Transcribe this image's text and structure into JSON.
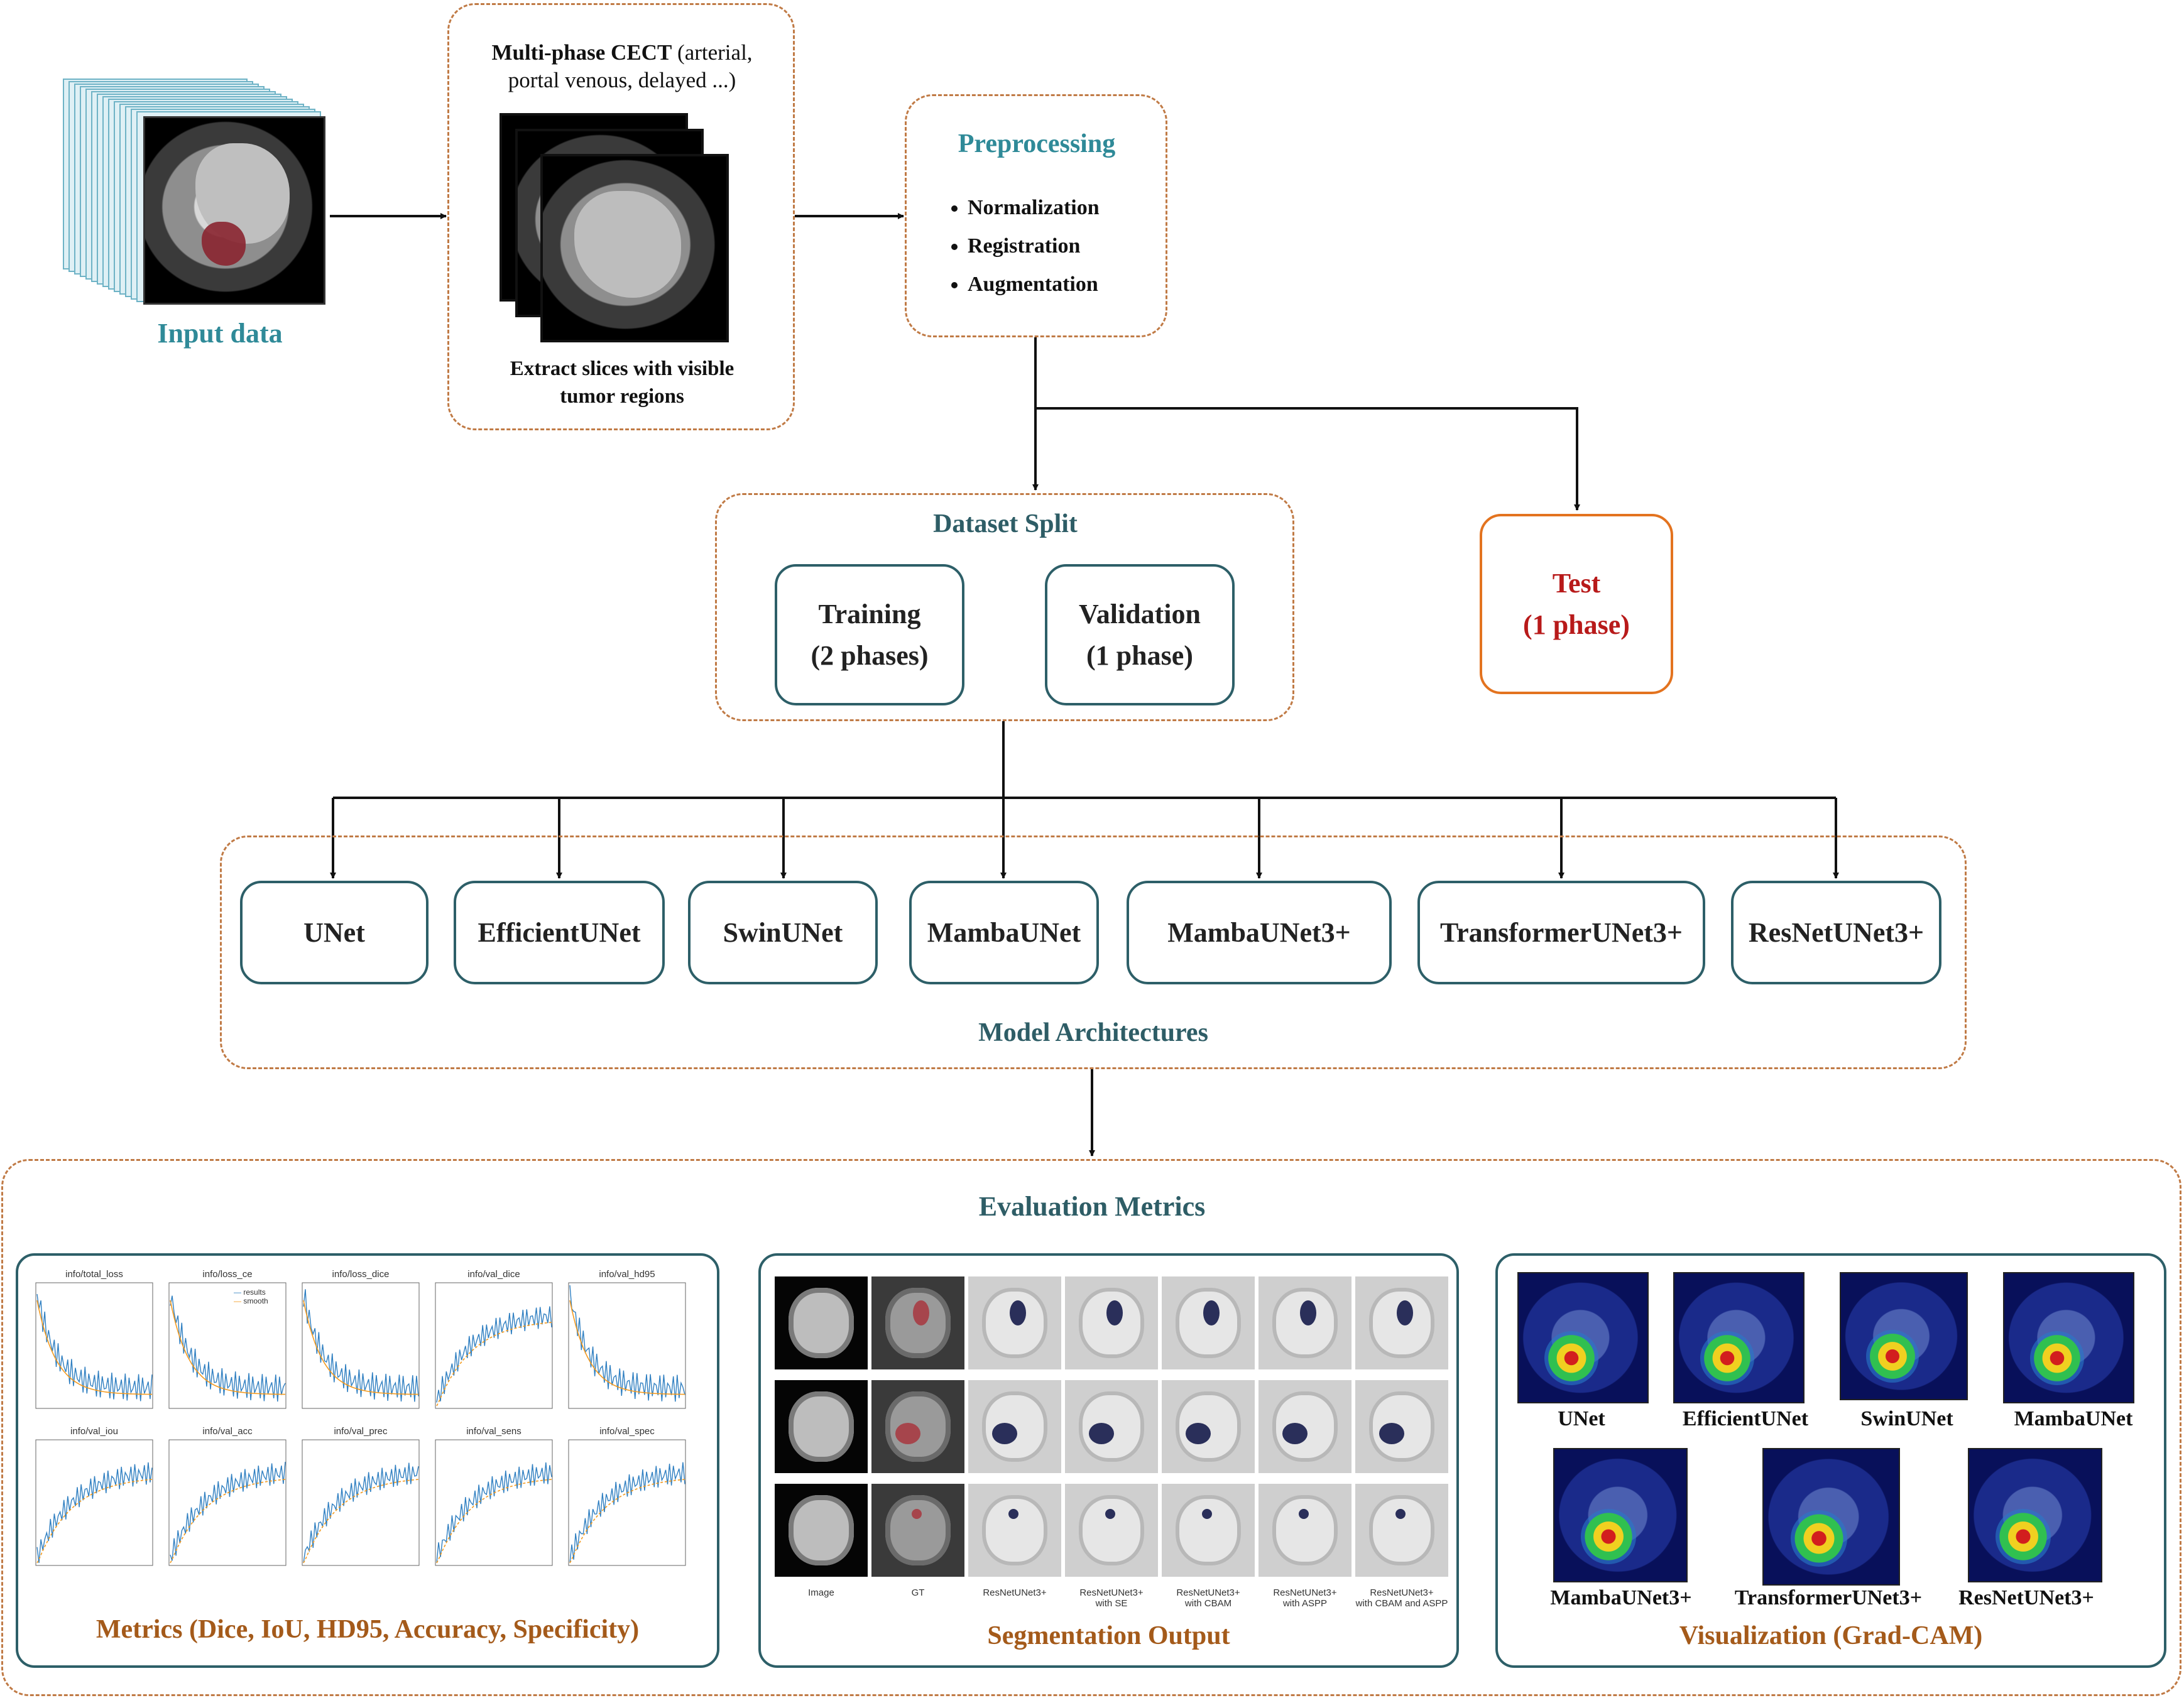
{
  "input": {
    "label": "Input data"
  },
  "cect": {
    "title_bold": "Multi-phase CECT",
    "title_rest": " (arterial,",
    "title_line2": "portal venous, delayed ...)",
    "caption_line1": "Extract slices with visible",
    "caption_line2": "tumor regions"
  },
  "preprocessing": {
    "title": "Preprocessing",
    "items": [
      "Normalization",
      "Registration",
      "Augmentation"
    ]
  },
  "split": {
    "title": "Dataset Split",
    "training": [
      "Training",
      "(2 phases)"
    ],
    "validation": [
      "Validation",
      "(1 phase)"
    ]
  },
  "test": {
    "line1": "Test",
    "line2": "(1 phase)"
  },
  "models": {
    "title": "Model Architectures",
    "items": [
      "UNet",
      "EfficientUNet",
      "SwinUNet",
      "MambaUNet",
      "MambaUNet3+",
      "TransformerUNet3+",
      "ResNetUNet3+"
    ]
  },
  "evaluation": {
    "title": "Evaluation Metrics",
    "metrics_caption": "Metrics (Dice, IoU, HD95, Accuracy, Specificity)",
    "segmentation_caption": "Segmentation Output",
    "visualization_caption": "Visualization (Grad-CAM)",
    "plot_titles": [
      "info/total_loss",
      "info/loss_ce",
      "info/loss_dice",
      "info/val_dice",
      "info/val_hd95",
      "info/val_iou",
      "info/val_acc",
      "info/val_prec",
      "info/val_sens",
      "info/val_spec"
    ],
    "plot_legend": [
      "results",
      "smooth"
    ],
    "seg_columns": [
      "Image",
      "GT",
      "ResNetUNet3+",
      "ResNetUNet3+\nwith SE",
      "ResNetUNet3+\nwith CBAM",
      "ResNetUNet3+\nwith ASPP",
      "ResNetUNet3+\nwith CBAM and ASPP"
    ],
    "gradcam_labels": [
      "UNet",
      "EfficientUNet",
      "SwinUNet",
      "MambaUNet",
      "MambaUNet3+",
      "TransformerUNet3+",
      "ResNetUNet3+"
    ]
  },
  "colors": {
    "teal": "#2f8a98",
    "dark_teal": "#2e5d66",
    "brown": "#a45a1a",
    "red": "#b81a1a",
    "dashed_border": "#c07a45",
    "box_border": "#2d5f68"
  }
}
